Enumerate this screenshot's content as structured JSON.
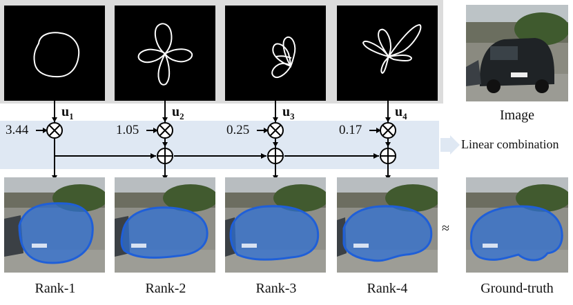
{
  "basis_labels": [
    "u",
    "u",
    "u",
    "u"
  ],
  "basis_subscripts": [
    "1",
    "2",
    "3",
    "4"
  ],
  "coefficients": [
    "3.44",
    "1.05",
    "0.25",
    "0.17"
  ],
  "band_text": "Linear combination",
  "approx_symbol": "≈",
  "image_label": "Image",
  "rank_labels": [
    "Rank-1",
    "Rank-2",
    "Rank-3",
    "Rank-4"
  ],
  "ground_truth_label": "Ground-truth",
  "colors": {
    "mask": "#2f6fd1",
    "band": "#dfe8f3",
    "frame": "#dcdcdc"
  },
  "icons": [
    "multiply-circle-icon",
    "plus-circle-icon",
    "arrow-right-icon"
  ]
}
